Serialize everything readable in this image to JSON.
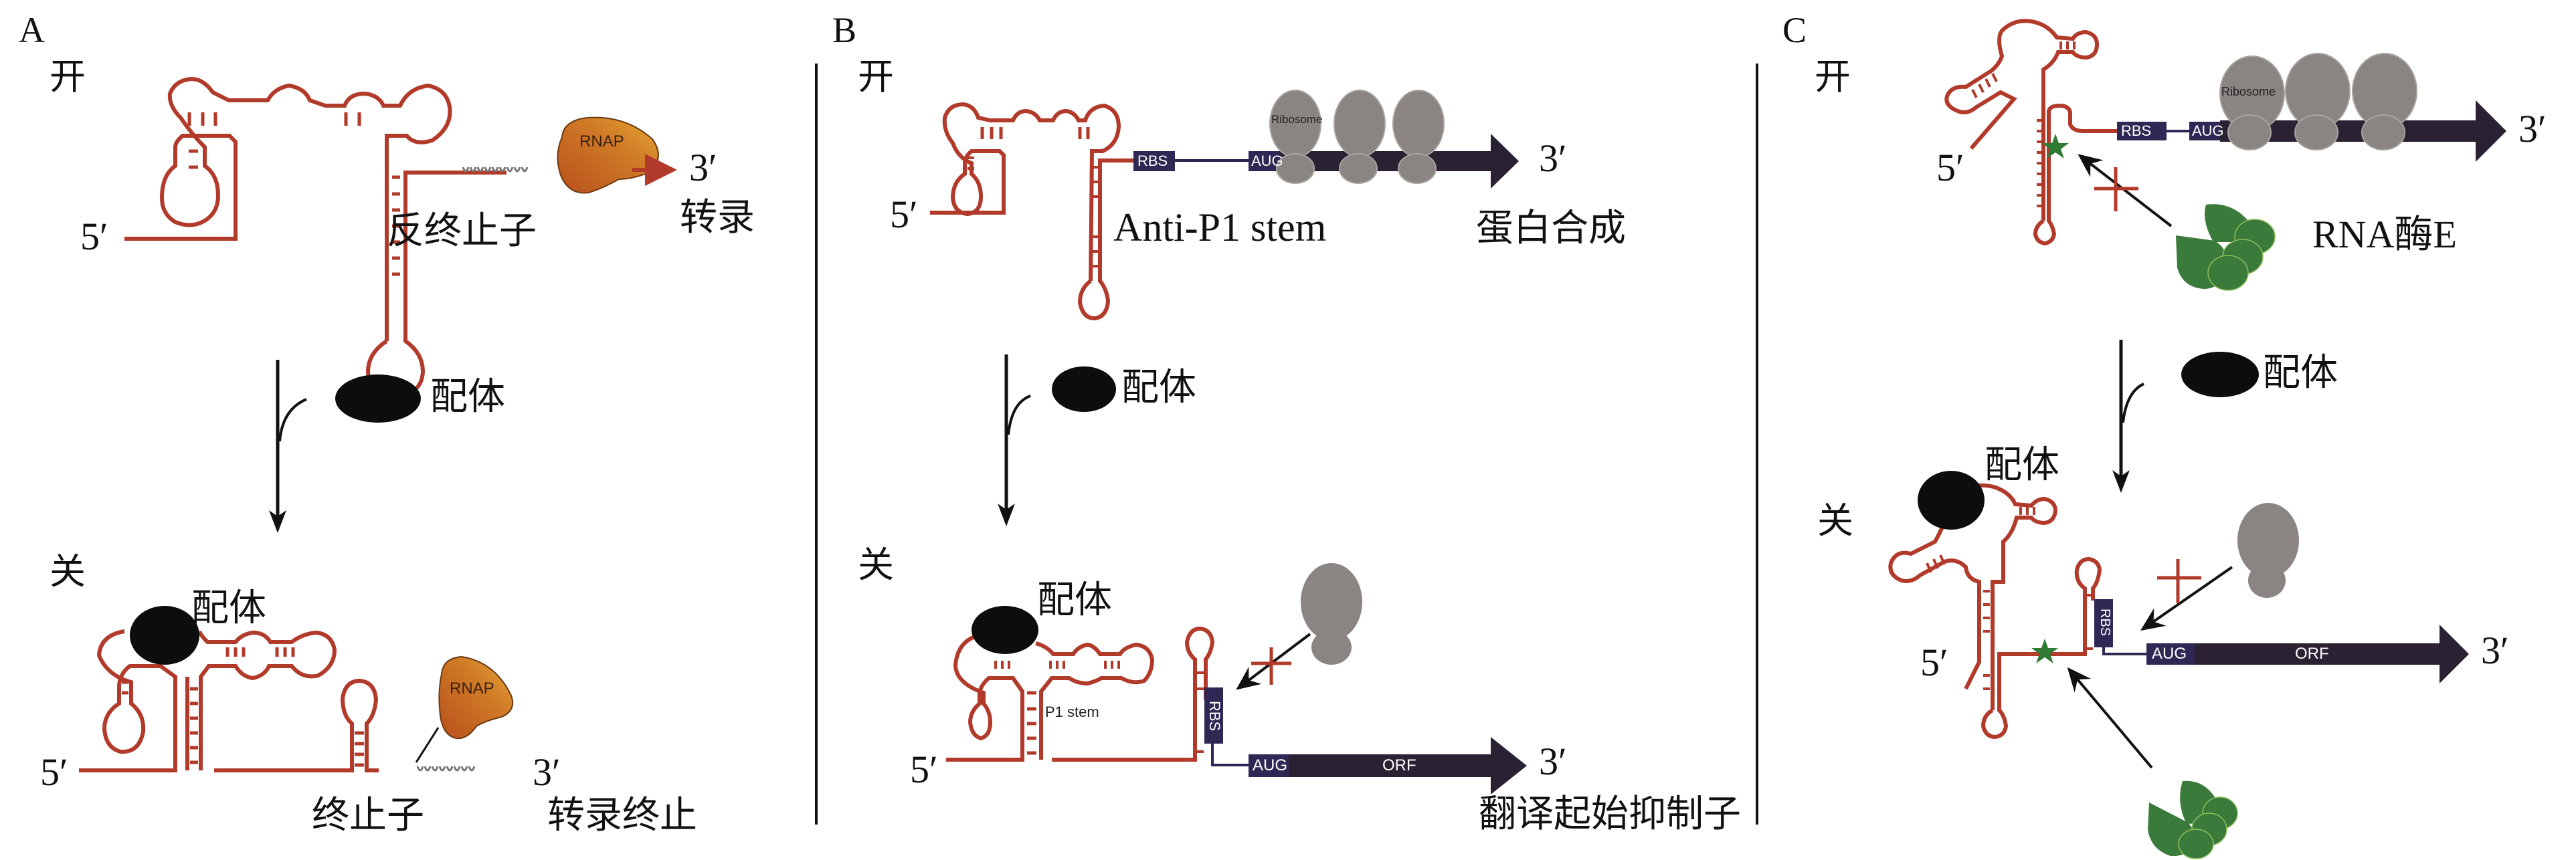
{
  "colors": {
    "rna": "#b23a2a",
    "box_purple": "#2e2855",
    "orf_arrow": "#2a2233",
    "ribosome": "#8a8582",
    "enzyme_green": "#3a7a3a",
    "rnap_start": "#c05a20",
    "rnap_end": "#e0a030",
    "ligand": "#0d0d0d",
    "block_cross": "#b23a2a"
  },
  "panels": [
    {
      "id": "A",
      "letter": "A",
      "on_label": "开",
      "off_label": "关",
      "on": {
        "five_prime": "5′",
        "three_prime": "3′",
        "structure_label": "反终止子",
        "rnap_label": "RNAP",
        "poly_u": "UUUUUUUU",
        "outcome": "转录"
      },
      "ligand_label": "配体",
      "off": {
        "ligand_label": "配体",
        "five_prime": "5′",
        "three_prime": "3′",
        "rnap_label": "RNAP",
        "poly_u": "UUUUUUUU",
        "structure_label": "终止子",
        "outcome": "转录终止"
      }
    },
    {
      "id": "B",
      "letter": "B",
      "on_label": "开",
      "off_label": "关",
      "on": {
        "five_prime": "5′",
        "three_prime": "3′",
        "structure_label": "Anti-P1 stem",
        "rbs": "RBS",
        "start_codon": "AUG",
        "ribosome_label": "Ribosome",
        "outcome": "蛋白合成"
      },
      "ligand_label": "配体",
      "off": {
        "ligand_label": "配体",
        "five_prime": "5′",
        "three_prime": "3′",
        "stem_label": "P1 stem",
        "rbs": "RBS",
        "start_codon": "AUG",
        "orf": "ORF",
        "outcome": "翻译起始抑制子"
      }
    },
    {
      "id": "C",
      "letter": "C",
      "on_label": "开",
      "off_label": "关",
      "on": {
        "five_prime": "5′",
        "three_prime": "3′",
        "rbs": "RBS",
        "start_codon": "AUG",
        "ribosome_label": "Ribosome",
        "enzyme_label": "RNA酶E"
      },
      "ligand_label": "配体",
      "off": {
        "ligand_label": "配体",
        "five_prime": "5′",
        "three_prime": "3′",
        "rbs": "RBS",
        "start_codon": "AUG",
        "orf": "ORF"
      }
    }
  ]
}
